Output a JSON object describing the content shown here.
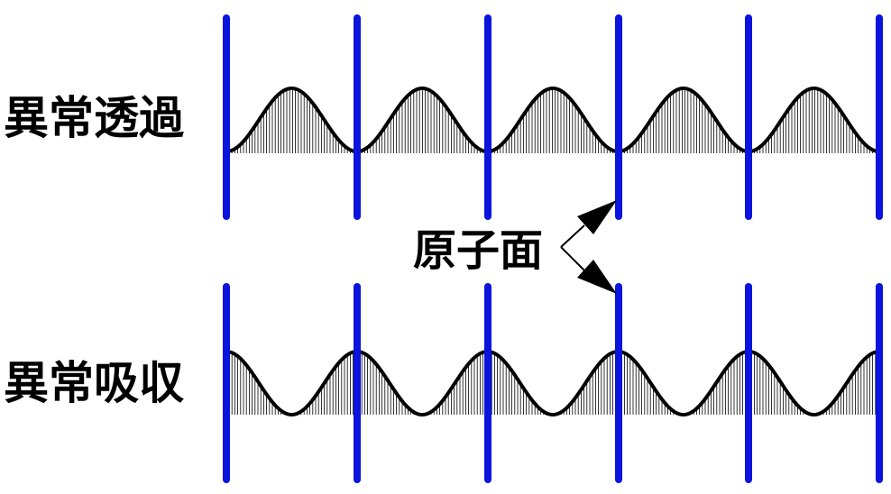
{
  "labels": {
    "transmission": "異常透過",
    "absorption": "異常吸収",
    "atomic_planes": "原子面"
  },
  "colors": {
    "plane": "#0a14dc",
    "wave": "#000000",
    "hatch": "#000000",
    "background": "#ffffff"
  },
  "panels": [
    {
      "id": "transmission",
      "wave_phase": "node-at-planes",
      "periods": 5
    },
    {
      "id": "absorption",
      "wave_phase": "antinode-at-planes",
      "periods": 5
    }
  ],
  "atomic_plane_count": 6
}
